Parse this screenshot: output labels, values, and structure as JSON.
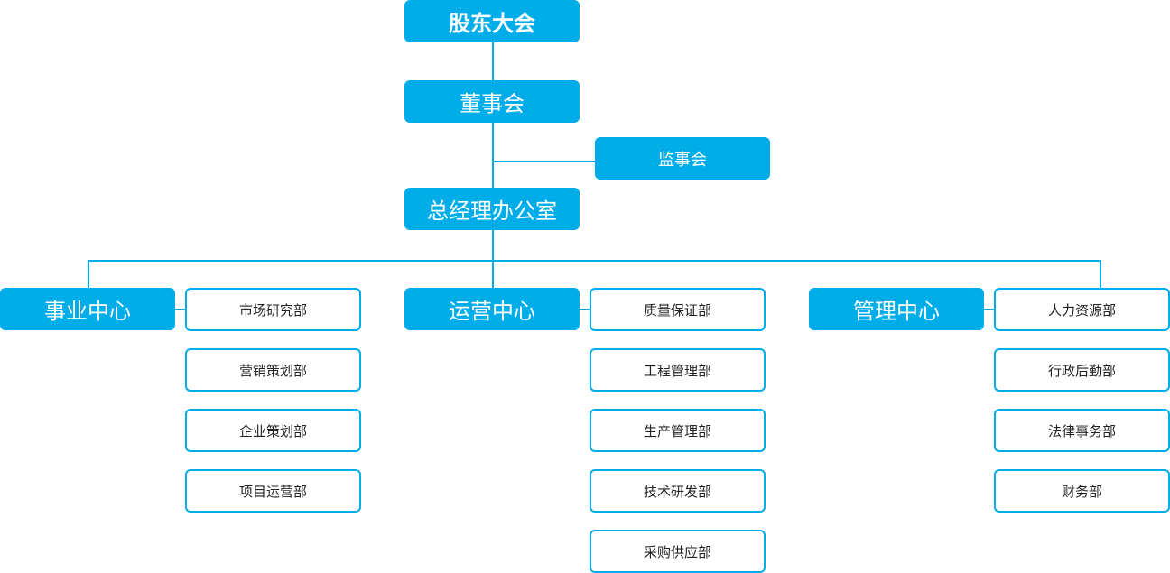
{
  "org": {
    "shareholders": "股东大会",
    "board": "董事会",
    "supervisors": "监事会",
    "gm_office": "总经理办公室",
    "centers": [
      {
        "name": "事业中心",
        "departments": [
          "市场研究部",
          "营销策划部",
          "企业策划部",
          "项目运营部"
        ]
      },
      {
        "name": "运营中心",
        "departments": [
          "质量保证部",
          "工程管理部",
          "生产管理部",
          "技术研发部",
          "采购供应部"
        ]
      },
      {
        "name": "管理中心",
        "departments": [
          "人力资源部",
          "行政后勤部",
          "法律事务部",
          "财务部"
        ]
      }
    ]
  },
  "colors": {
    "accent": "#00ade8",
    "dept_text": "#222222",
    "top_text": "#ffffff"
  }
}
